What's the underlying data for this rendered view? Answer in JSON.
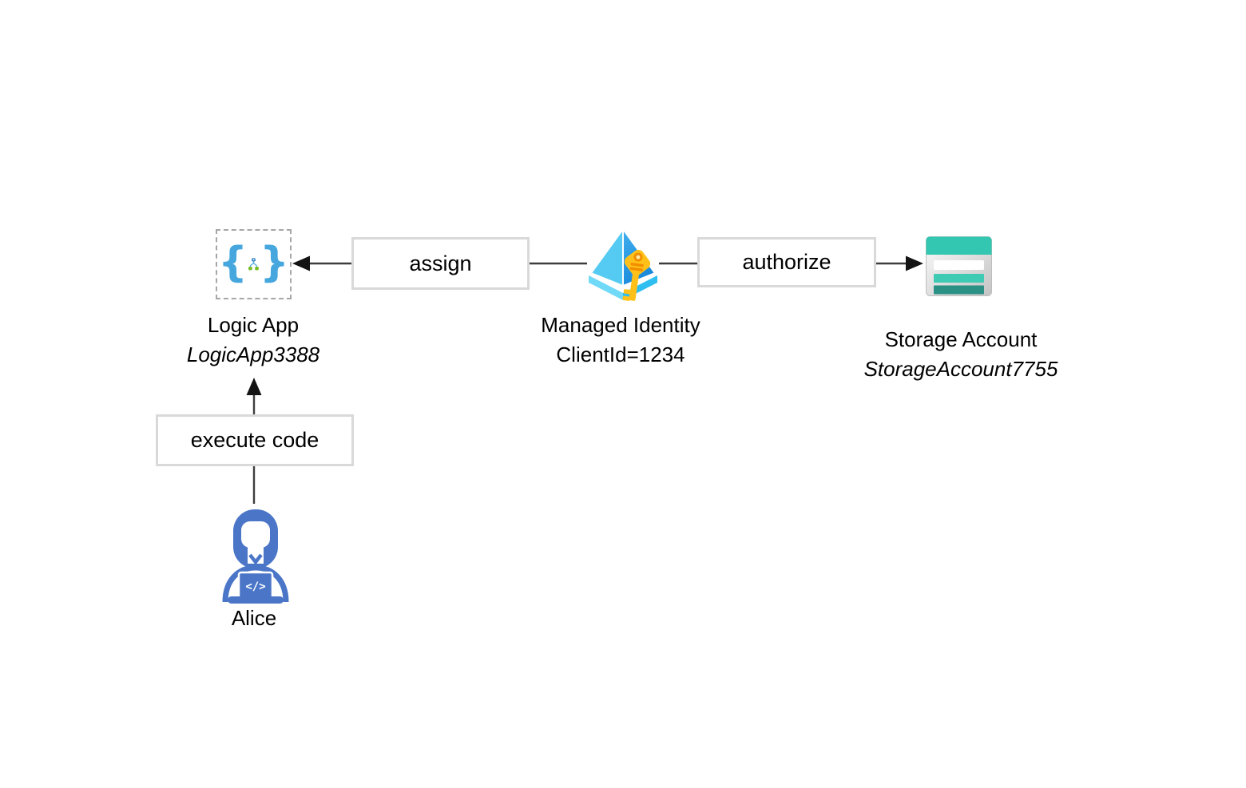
{
  "diagram": {
    "nodes": {
      "logic_app": {
        "title": "Logic App",
        "subtitle": "LogicApp3388",
        "icon": "logic-app-icon",
        "brace_left": "{",
        "brace_right": "}"
      },
      "managed_identity": {
        "title": "Managed Identity",
        "subtitle": "ClientId=1234",
        "icon": "managed-identity-key-icon"
      },
      "storage_account": {
        "title": "Storage Account",
        "subtitle": "StorageAccount7755",
        "icon": "storage-account-icon"
      },
      "alice": {
        "title": "Alice",
        "icon": "developer-person-icon",
        "laptop_code": "</>"
      }
    },
    "edges": {
      "assign": {
        "label": "assign",
        "from": "managed_identity",
        "to": "logic_app",
        "arrow": "into logic_app"
      },
      "authorize": {
        "label": "authorize",
        "from": "managed_identity",
        "to": "storage_account",
        "arrow": "into storage_account"
      },
      "execute_code": {
        "label": "execute code",
        "from": "alice",
        "to": "logic_app",
        "arrow": "into logic_app"
      }
    },
    "colors": {
      "connector": "#3d3d3d",
      "arrowhead": "#141414",
      "box_border": "#d9d9d9",
      "dashed_border": "#a6a6a6",
      "logic_brace_blue": "#45a7de",
      "logic_node_blue": "#1273bc",
      "logic_green": "#76bc21",
      "mi_light_cyan": "#55caf2",
      "mi_blue_top": "#41afed",
      "mi_blue_bottom": "#1988db",
      "mi_base_left": "#6fd9f7",
      "mi_base_right": "#2ebff0",
      "key_gold": "#ffc119",
      "key_orange": "#f28e00",
      "storage_teal": "#33c6b0",
      "storage_teal_light": "#3fcab4",
      "storage_teal_dark": "#2a9184",
      "alice_blue": "#4b76c8"
    }
  }
}
